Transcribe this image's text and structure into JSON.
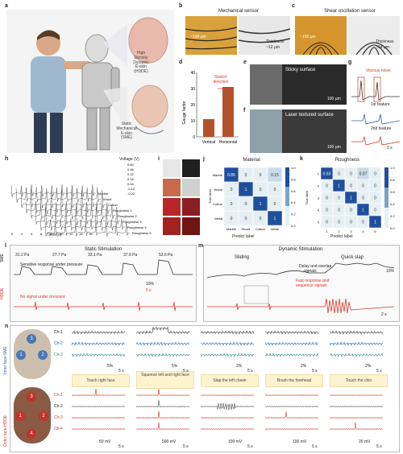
{
  "panels": {
    "a": "a",
    "b": "b",
    "c": "c",
    "d": "d",
    "e": "e",
    "f": "f",
    "g": "g",
    "h": "h",
    "i": "i",
    "j": "j",
    "k": "k",
    "l": "l",
    "m": "m",
    "n": "n"
  },
  "fig_a": {
    "hdde_label": [
      "High",
      "Density",
      "Dynamic",
      "E-skin",
      "(HDDE)"
    ],
    "sme_label": [
      "Static",
      "Mechanical",
      "E-skin",
      "(SME)"
    ]
  },
  "fig_b": {
    "title": "Mechanical sensor",
    "thickness": "Thickness",
    "value": "~12 μm",
    "scale": "~100 μm"
  },
  "fig_c": {
    "title": "Shear oscillation sensor",
    "thickness": "Thickness",
    "value": "~14 μm",
    "scale": "~100 μm"
  },
  "fig_d": {
    "ylabel": "Gauge factor",
    "annot": [
      "Stretch",
      "direction"
    ],
    "chart_data": {
      "type": "bar",
      "categories": [
        "Vertical",
        "Horizontal"
      ],
      "values": [
        11,
        31
      ],
      "ylim": [
        0,
        40
      ],
      "yticks": [
        0,
        10,
        20,
        30,
        40
      ],
      "colors": [
        "#b5512a",
        "#b5512a"
      ]
    }
  },
  "fig_e": {
    "label": "Sticky surface",
    "scale": "100 μm"
  },
  "fig_f": {
    "label": "Laser textured surface",
    "scale": "100 μm"
  },
  "fig_g": {
    "annot": "Viscous noise",
    "f1": "1st feature",
    "f2": "2nd feature",
    "scale": "2 s"
  },
  "fig_h": {
    "xlabel": "Time (s)",
    "ylabel": "Voltage (V)",
    "xticks": [
      "0",
      "2",
      "4",
      "6",
      "8",
      "10",
      "12",
      "14",
      "16"
    ],
    "yticks": [
      "0.60",
      "0.46",
      "0.32",
      "0.18",
      "0.04",
      "-0.10",
      "-0.22"
    ],
    "series": [
      "Marble",
      "Wood",
      "Cotton",
      "Roughness 1",
      "Roughness 2",
      "Roughness 3",
      "Roughness 4",
      "Roughness 5"
    ]
  },
  "fig_j": {
    "title": "Material",
    "xlabel": "Predict label",
    "ylabel": "True label",
    "labels": [
      "Marble",
      "Wood",
      "Cotton",
      "Metal"
    ],
    "chart_data": {
      "type": "heatmap",
      "rows": [
        "Marble",
        "Wood",
        "Cotton",
        "Metal"
      ],
      "cols": [
        "Marble",
        "Wood",
        "Cotton",
        "Metal"
      ],
      "values": [
        [
          0.85,
          0,
          0,
          0.15
        ],
        [
          0,
          1,
          0,
          0
        ],
        [
          0,
          0,
          1,
          0
        ],
        [
          0,
          0,
          0,
          1
        ]
      ],
      "colorbar": [
        "1.0",
        "0.8",
        "0.6",
        "0.4",
        "0.2",
        "0.0"
      ]
    }
  },
  "fig_k": {
    "title": "Roughness",
    "xlabel": "Predict label",
    "ylabel": "True label",
    "labels": [
      "1",
      "2",
      "3",
      "4",
      "5"
    ],
    "chart_data": {
      "type": "heatmap",
      "rows": [
        "1",
        "2",
        "3",
        "4",
        "5"
      ],
      "cols": [
        "1",
        "2",
        "3",
        "4",
        "5"
      ],
      "values": [
        [
          0.93,
          0,
          0,
          0.07,
          0
        ],
        [
          0,
          1,
          0,
          0,
          0
        ],
        [
          0,
          0,
          1,
          0,
          0
        ],
        [
          0,
          0,
          0,
          1,
          0
        ],
        [
          0,
          0,
          0,
          0,
          1
        ]
      ],
      "colorbar": [
        "1.0",
        "0.8",
        "0.6",
        "0.4",
        "0.2",
        "0.0"
      ]
    }
  },
  "fig_l": {
    "title": "Static Stimulation",
    "pressures": [
      "31.2 Pa",
      "27.7 Pa",
      "33.1 Pa",
      "37.6 Pa",
      "52.6 Pa"
    ],
    "sme_text": "Sensitive response under pressure",
    "hdde_text": "No signal under pressure",
    "row_sme": "SME",
    "row_hdde": "HDDE",
    "scale1": "10%",
    "scale2": "5 s"
  },
  "fig_m": {
    "title": "Dynamic Stimulation",
    "sliding": "Sliding",
    "quick": "Quick slap",
    "delay": [
      "Delay and overlap",
      "signals"
    ],
    "fast": [
      "Fast response and",
      "sequence signals"
    ],
    "scale1": "10%",
    "scale2": "2 s"
  },
  "fig_n": {
    "inner_label": "Inner face-SME",
    "outer_label": "Outer face-HDDE",
    "channels_top": [
      "Ch-1",
      "Ch-2",
      "Ch-3"
    ],
    "channels_bot": [
      "Ch-1",
      "Ch-2",
      "Ch-3",
      "Ch-4"
    ],
    "actions": [
      "Touch right face",
      "Squeeze left and right face",
      "Slap the left cheek",
      "Brush the forehead",
      "Touch the chin"
    ],
    "scales_top": [
      "5%",
      "5%",
      "2%",
      "2%",
      "2%"
    ],
    "scales_bot": [
      "50 mV",
      "500 mV",
      "100 mV",
      "100 mV",
      "20 mV"
    ],
    "time_scale": "5 s",
    "markers_top": [
      "1",
      "2",
      "3"
    ],
    "markers_bot": [
      "3",
      "1",
      "2",
      "4"
    ]
  }
}
